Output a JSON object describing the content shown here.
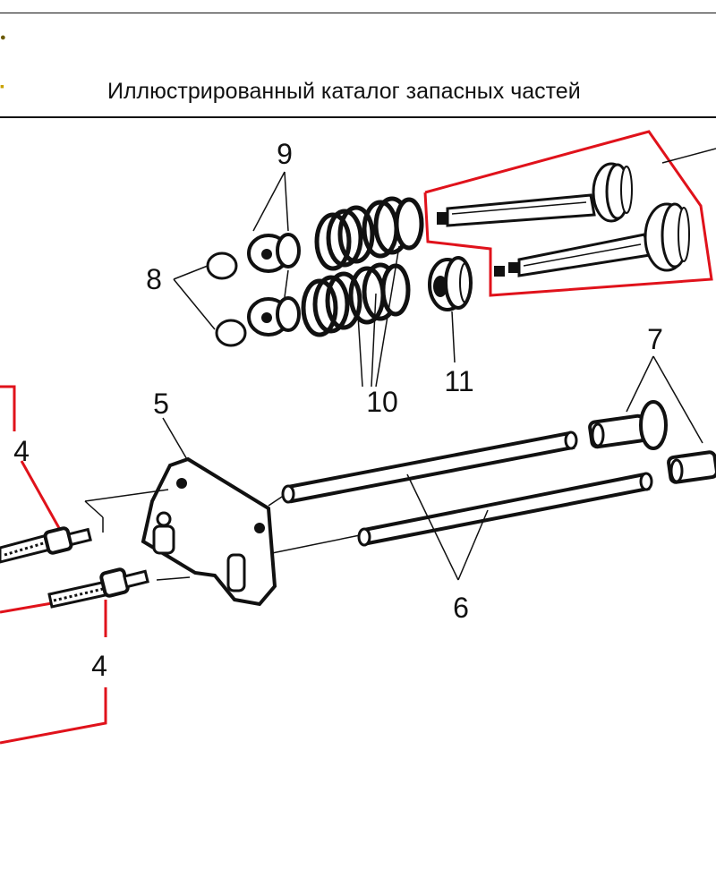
{
  "header": {
    "title": "Иллюстрированный каталог запасных частей"
  },
  "callouts": {
    "l4_top": "4",
    "l4_bottom": "4",
    "l5": "5",
    "l6": "6",
    "l7": "7",
    "l8": "8",
    "l9": "9",
    "l10": "10",
    "l11": "11"
  },
  "colors": {
    "highlight": "#e0121b",
    "ink": "#111111",
    "logo": "#c9a200"
  },
  "icons": [
    "company-logo-icon"
  ]
}
